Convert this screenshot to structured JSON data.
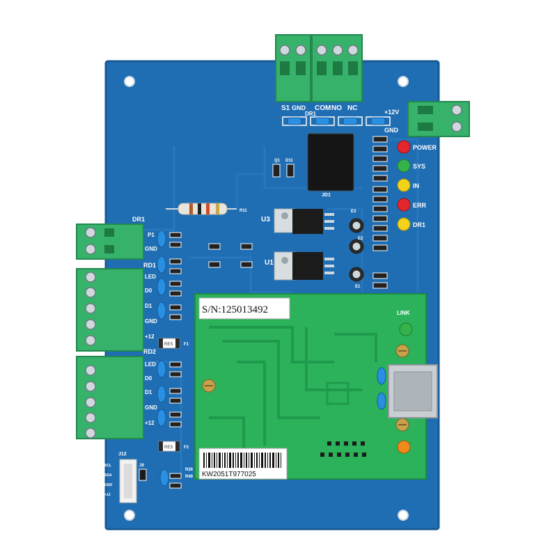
{
  "colors": {
    "board": "#1f6eb3",
    "board_edge": "#185a96",
    "terminal": "#36b26a",
    "module": "#2bb25b",
    "led_red": "#e3262b",
    "led_green": "#34b34a",
    "led_yellow": "#f2d21b",
    "led_orange": "#f08a1a"
  },
  "top_terminal": {
    "labels": [
      "S1",
      "GND",
      "COM",
      "NO",
      "NC"
    ]
  },
  "dr_header": "DR1",
  "power_terminal": {
    "plus_label": "+12V",
    "gnd_label": "GND"
  },
  "leds": [
    {
      "label": "POWER",
      "color": "red"
    },
    {
      "label": "SYS",
      "color": "green"
    },
    {
      "label": "IN",
      "color": "yellow"
    },
    {
      "label": "ERR",
      "color": "red"
    },
    {
      "label": "DR1",
      "color": "yellow"
    }
  ],
  "left_groups": {
    "dr1": {
      "title": "DR1",
      "pins": [
        "P1",
        "GND"
      ]
    },
    "rd1": {
      "title": "RD1",
      "pins": [
        "LED",
        "D0",
        "D1",
        "GND",
        "+12"
      ]
    },
    "rd2": {
      "title": "RD2",
      "pins": [
        "LED",
        "D0",
        "D1",
        "GND",
        "+12"
      ]
    }
  },
  "components": {
    "u3": "U3",
    "u1": "U1",
    "jd1": "JD1",
    "r11": "R11",
    "q1": "Q1",
    "d11": "D11",
    "e3": "E3",
    "e2": "E2",
    "e1": "E1",
    "f1": "F1",
    "f2": "F2",
    "j12": "J12",
    "j9": "J9",
    "r26": "R26",
    "r49": "R49",
    "fuse1": "RES",
    "fuse2": "RES"
  },
  "module": {
    "serial": "S/N:125013492",
    "barcode_text": "KW2051T977025",
    "link_label": "LINK"
  },
  "j12_pins": [
    "SCL",
    "SDA",
    "GND",
    "+12"
  ]
}
